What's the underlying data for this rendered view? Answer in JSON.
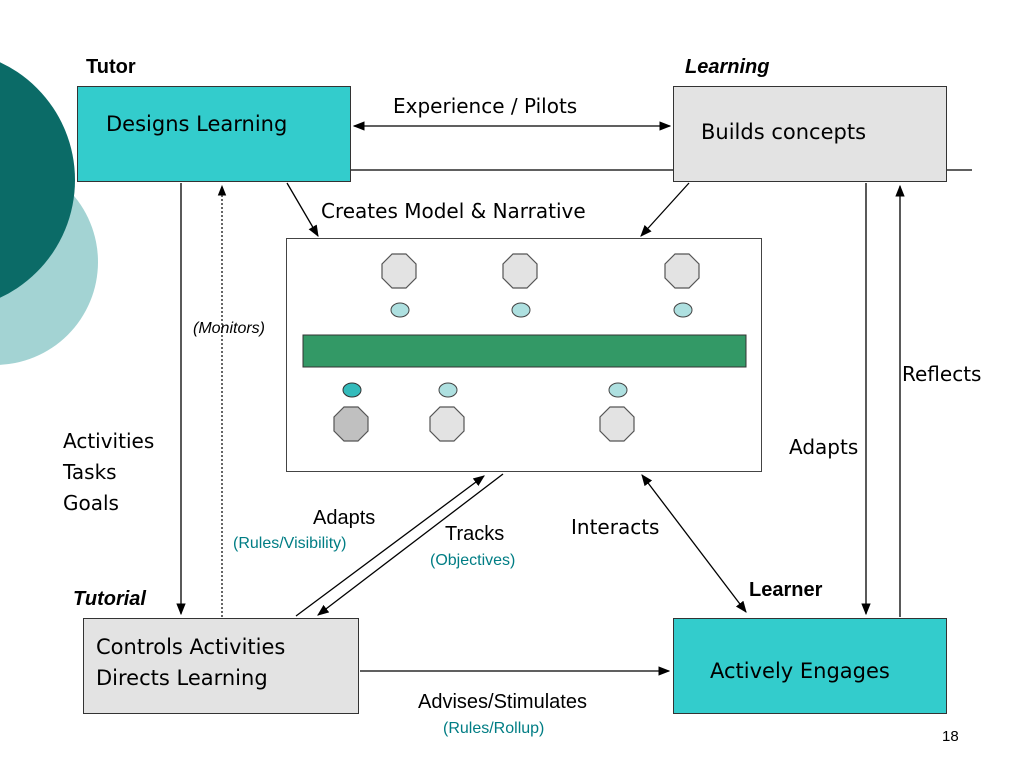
{
  "roles": {
    "tutor": "Tutor",
    "learning": "Learning",
    "tutorial": "Tutorial",
    "learner": "Learner"
  },
  "boxes": {
    "designs_learning": "Designs Learning",
    "builds_concepts": "Builds concepts",
    "controls_line1": "Controls Activities",
    "controls_line2": "Directs Learning",
    "actively_engages": "Actively Engages"
  },
  "labels": {
    "experience_pilots": "Experience / Pilots",
    "creates_model": "Creates Model & Narrative",
    "monitors": "(Monitors)",
    "activities": "Activities",
    "tasks": "Tasks",
    "goals": "Goals",
    "reflects": "Reflects",
    "adapts_right": "Adapts",
    "adapts_center": "Adapts",
    "rules_visibility": "(Rules/Visibility)",
    "tracks": "Tracks",
    "objectives": "(Objectives)",
    "interacts": "Interacts",
    "advises": "Advises/Stimulates",
    "rules_rollup": "(Rules/Rollup)"
  },
  "slide_number": "18",
  "colors": {
    "teal_box": "#33cccc",
    "gray_box": "#e3e3e3",
    "green_bar": "#339966",
    "dark_teal_circle": "#0b6b67",
    "light_teal_circle": "#a3d3d3",
    "sub_label": "#007d84"
  }
}
